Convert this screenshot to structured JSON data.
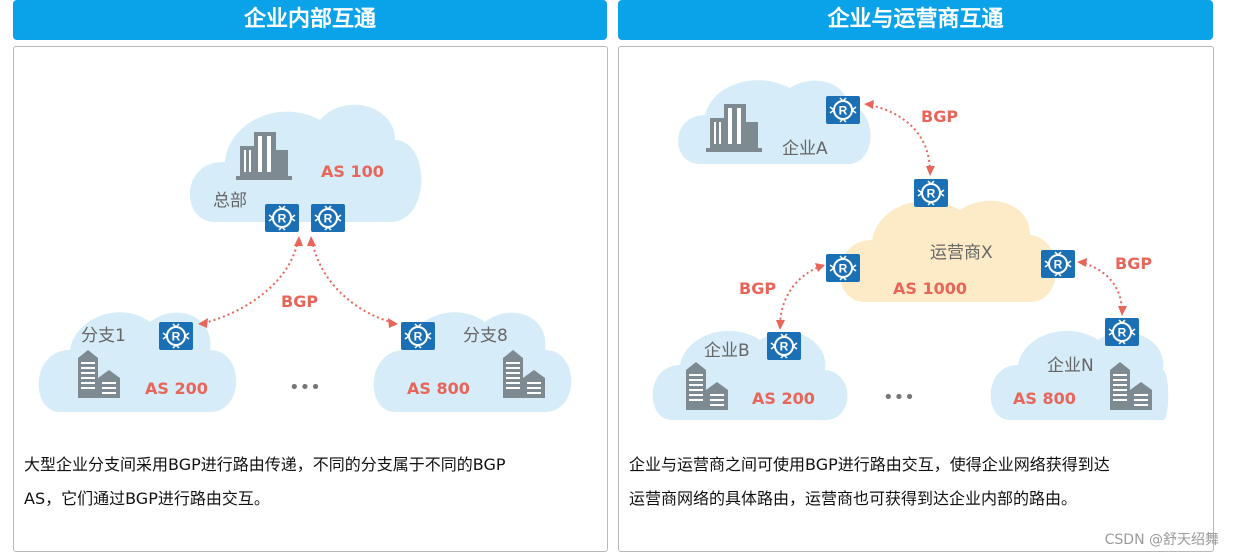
{
  "left_panel": {
    "title": "企业内部互通",
    "hq_label": "总部",
    "hq_as": "AS 100",
    "protocol": "BGP",
    "branch1_label": "分支1",
    "branch1_as": "AS 200",
    "branch8_label": "分支8",
    "branch8_as": "AS 800",
    "ellipsis": "•••",
    "description_line1": "大型企业分支间采用BGP进行路由传递，不同的分支属于不同的BGP",
    "description_line2": "AS，它们通过BGP进行路由交互。"
  },
  "right_panel": {
    "title": "企业与运营商互通",
    "enterprise_a": "企业A",
    "enterprise_b": "企业B",
    "enterprise_n": "企业N",
    "operator_label": "运营商X",
    "operator_as": "AS 1000",
    "enterprise_b_as": "AS 200",
    "enterprise_n_as": "AS 800",
    "protocol": "BGP",
    "ellipsis": "•••",
    "description_line1": "企业与运营商之间可使用BGP进行路由交互，使得企业网络获得到达",
    "description_line2": "运营商网络的具体路由，运营商也可获得到达企业内部的路由。"
  },
  "router_symbol": "R",
  "watermark": "CSDN @舒天绍舞",
  "colors": {
    "header_blue": "#0aa3e9",
    "cloud_blue": "#d6ecf8",
    "cloud_orange": "#fdebc8",
    "router_blue": "#1a6fb5",
    "accent_red": "#e8655a",
    "building_gray": "#7d8a92",
    "label_gray": "#666666"
  }
}
